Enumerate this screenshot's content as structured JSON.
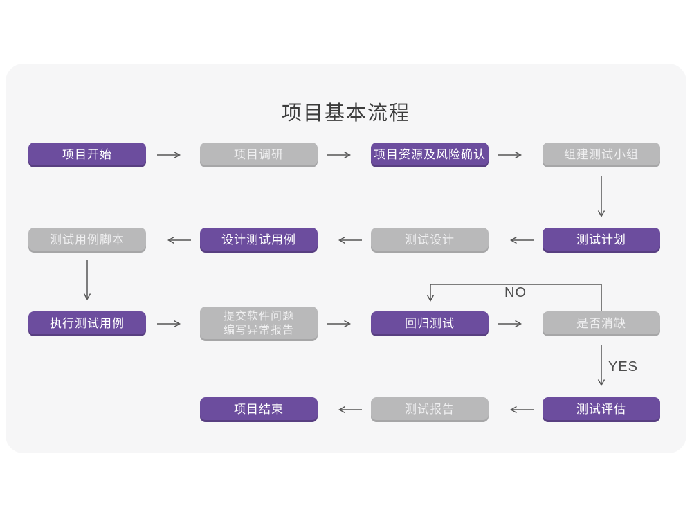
{
  "title": "项目基本流程",
  "colors": {
    "purple": "#6c4d9e",
    "gray": "#b9b9ba",
    "panel": "#f6f6f7",
    "arrow": "#555555"
  },
  "labels": {
    "no": "NO",
    "yes": "YES"
  },
  "nodes": {
    "start": "项目开始",
    "research": "项目调研",
    "risk_confirm": "项目资源及风险确认",
    "build_team": "组建测试小组",
    "test_plan": "测试计划",
    "test_design": "测试设计",
    "design_cases": "设计测试用例",
    "case_script": "测试用例脚本",
    "execute_cases": "执行测试用例",
    "submit_issues": "提交软件问题\n编写异常报告",
    "regression": "回归测试",
    "defect_cleared": "是否消缺",
    "evaluate": "测试评估",
    "test_report": "测试报告",
    "end": "项目结束"
  }
}
